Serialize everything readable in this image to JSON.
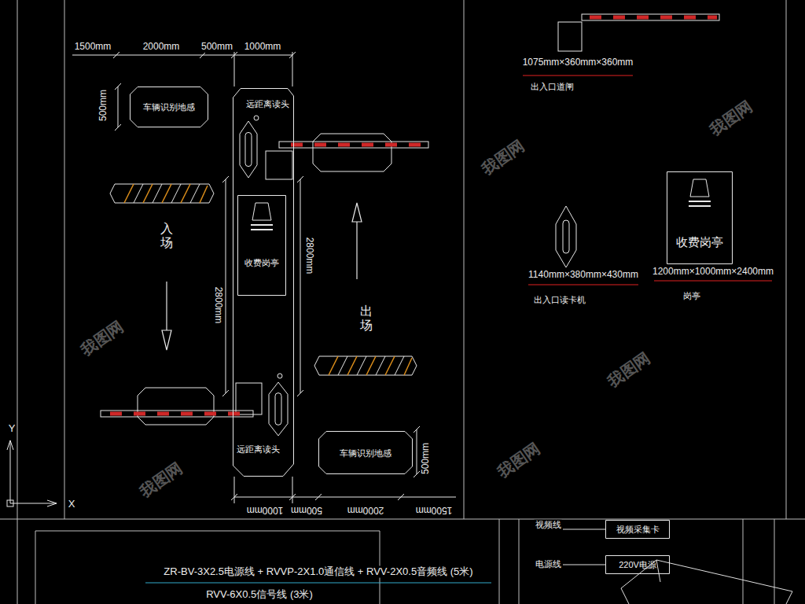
{
  "diagram": {
    "nodes": [
      {
        "text": [
          "车辆识别地感"
        ]
      },
      {
        "text": [
          "远距离读头",
          "远距离读头"
        ]
      },
      {
        "text": [
          "收费岗亭"
        ],
        "in": 1
      },
      {
        "text": [
          "车辆识别地感"
        ]
      },
      {
        "text": [
          "收费岗亭"
        ]
      },
      {
        "text": [
          "视频采集卡"
        ]
      },
      {
        "text": [
          "220V电源"
        ]
      }
    ],
    "labels": [
      "1500mm",
      "2000mm",
      "500mm",
      "1000mm",
      "500mm",
      "入场",
      "2800mm",
      "2800mm",
      "出场",
      "500mm",
      "1000mm",
      "500mm",
      "2000mm",
      "1500mm",
      "1075mm×360mm×360mm",
      "出入口道闸",
      "1140mm×380mm×430mm",
      "出入口读卡机",
      "1200mm×1000mm×2400mm",
      "岗亭",
      "ZR-BV-3X2.5电源线 + RVVP-2X1.0通信线 + RVV-2X0.5音频线 (5米)",
      "RVV-6X0.5信号线 (3米)",
      "视频线",
      "电源线",
      "Y",
      "X",
      "我图网",
      "我图网",
      "我图网",
      "我图网",
      "我图网",
      "我图网"
    ]
  }
}
